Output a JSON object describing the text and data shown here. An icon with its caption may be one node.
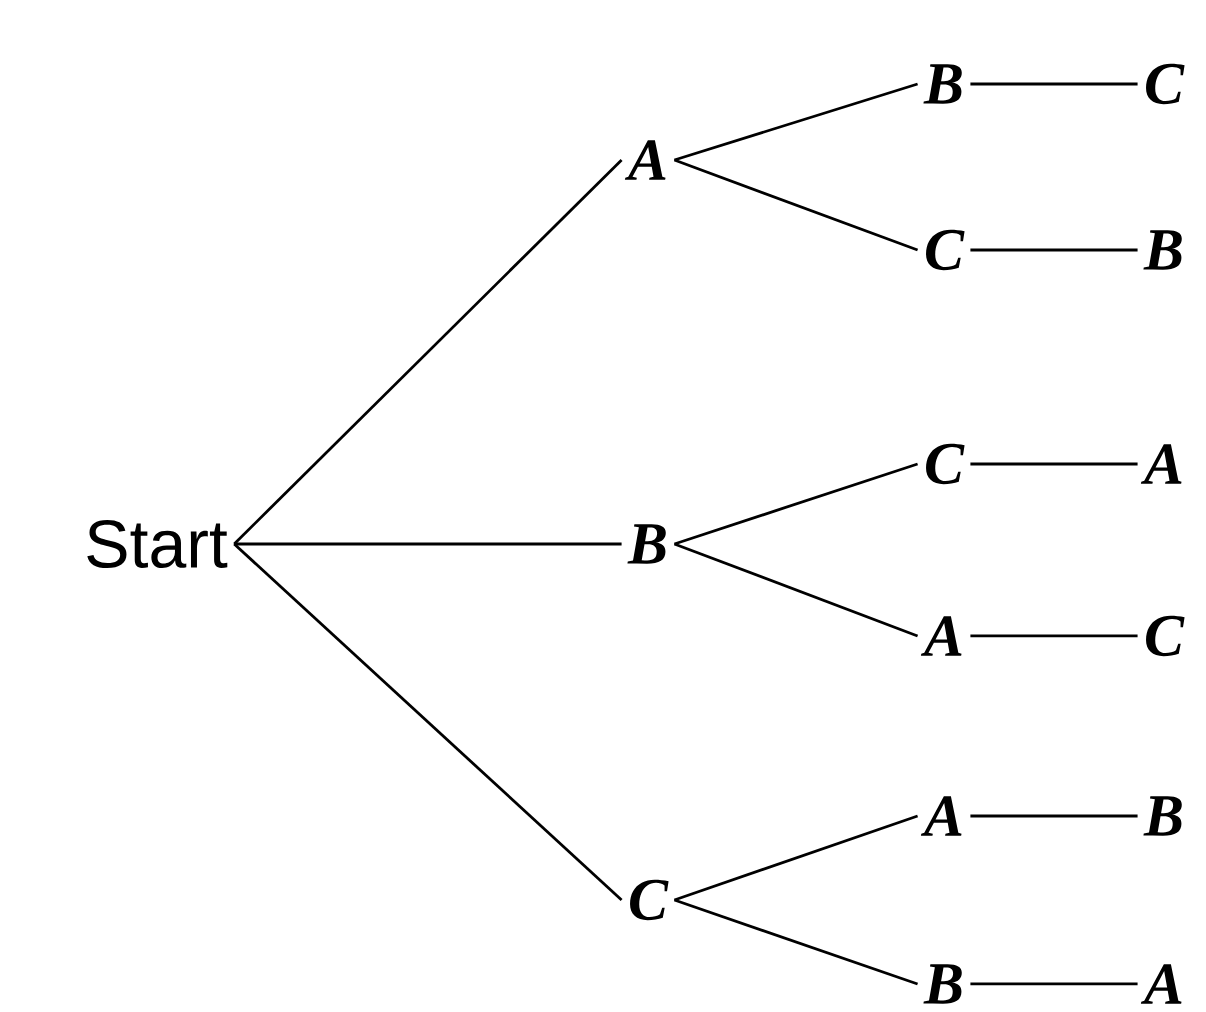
{
  "diagram": {
    "nodes": [
      {
        "text": [
          "Start"
        ]
      },
      {
        "text": [
          "A"
        ]
      },
      {
        "text": [
          "B"
        ]
      },
      {
        "text": [
          "C"
        ]
      },
      {
        "text": [
          "B"
        ]
      },
      {
        "text": [
          "C"
        ]
      },
      {
        "text": [
          "C"
        ]
      },
      {
        "text": [
          "A"
        ]
      },
      {
        "text": [
          "A"
        ]
      },
      {
        "text": [
          "B"
        ]
      },
      {
        "text": [
          "C"
        ]
      },
      {
        "text": [
          "B"
        ]
      },
      {
        "text": [
          "A"
        ]
      },
      {
        "text": [
          "C"
        ]
      },
      {
        "text": [
          "B"
        ]
      },
      {
        "text": [
          "A"
        ]
      }
    ],
    "edges": [
      {
        "from": 0,
        "to": 1,
        "arrow": "none"
      },
      {
        "from": 0,
        "to": 2,
        "arrow": "none"
      },
      {
        "from": 0,
        "to": 3,
        "arrow": "none"
      },
      {
        "from": 1,
        "to": 4,
        "arrow": "none"
      },
      {
        "from": 1,
        "to": 5,
        "arrow": "none"
      },
      {
        "from": 2,
        "to": 6,
        "arrow": "none"
      },
      {
        "from": 2,
        "to": 7,
        "arrow": "none"
      },
      {
        "from": 3,
        "to": 8,
        "arrow": "none"
      },
      {
        "from": 3,
        "to": 9,
        "arrow": "none"
      },
      {
        "from": 4,
        "to": 10,
        "arrow": "none"
      },
      {
        "from": 5,
        "to": 11,
        "arrow": "none"
      },
      {
        "from": 6,
        "to": 12,
        "arrow": "none"
      },
      {
        "from": 7,
        "to": 13,
        "arrow": "none"
      },
      {
        "from": 8,
        "to": 14,
        "arrow": "none"
      },
      {
        "from": 9,
        "to": 15,
        "arrow": "none"
      }
    ]
  }
}
